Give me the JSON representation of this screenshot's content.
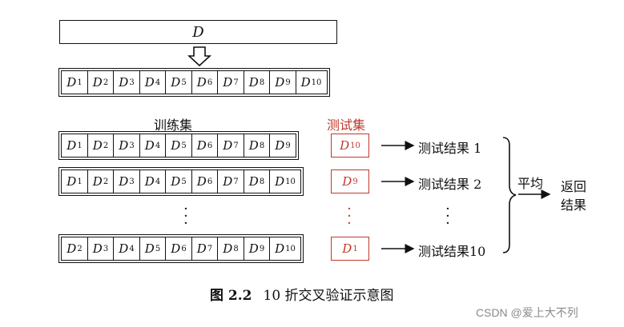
{
  "dataset_label": "D",
  "fold_row": {
    "cells": [
      {
        "base": "D",
        "sub": "1"
      },
      {
        "base": "D",
        "sub": "2"
      },
      {
        "base": "D",
        "sub": "3"
      },
      {
        "base": "D",
        "sub": "4"
      },
      {
        "base": "D",
        "sub": "5"
      },
      {
        "base": "D",
        "sub": "6"
      },
      {
        "base": "D",
        "sub": "7"
      },
      {
        "base": "D",
        "sub": "8"
      },
      {
        "base": "D",
        "sub": "9"
      },
      {
        "base": "D",
        "sub": "10"
      }
    ]
  },
  "train_label": "训练集",
  "test_label": "测试集",
  "iterations": [
    {
      "train": [
        {
          "base": "D",
          "sub": "1"
        },
        {
          "base": "D",
          "sub": "2"
        },
        {
          "base": "D",
          "sub": "3"
        },
        {
          "base": "D",
          "sub": "4"
        },
        {
          "base": "D",
          "sub": "5"
        },
        {
          "base": "D",
          "sub": "6"
        },
        {
          "base": "D",
          "sub": "7"
        },
        {
          "base": "D",
          "sub": "8"
        },
        {
          "base": "D",
          "sub": "9"
        }
      ],
      "test": {
        "base": "D",
        "sub": "10"
      },
      "result": "测试结果 1"
    },
    {
      "train": [
        {
          "base": "D",
          "sub": "1"
        },
        {
          "base": "D",
          "sub": "2"
        },
        {
          "base": "D",
          "sub": "3"
        },
        {
          "base": "D",
          "sub": "4"
        },
        {
          "base": "D",
          "sub": "5"
        },
        {
          "base": "D",
          "sub": "6"
        },
        {
          "base": "D",
          "sub": "7"
        },
        {
          "base": "D",
          "sub": "8"
        },
        {
          "base": "D",
          "sub": "10"
        }
      ],
      "test": {
        "base": "D",
        "sub": "9"
      },
      "result": "测试结果 2"
    },
    {
      "train": [
        {
          "base": "D",
          "sub": "2"
        },
        {
          "base": "D",
          "sub": "3"
        },
        {
          "base": "D",
          "sub": "4"
        },
        {
          "base": "D",
          "sub": "5"
        },
        {
          "base": "D",
          "sub": "6"
        },
        {
          "base": "D",
          "sub": "7"
        },
        {
          "base": "D",
          "sub": "8"
        },
        {
          "base": "D",
          "sub": "9"
        },
        {
          "base": "D",
          "sub": "10"
        }
      ],
      "test": {
        "base": "D",
        "sub": "1"
      },
      "result": "测试结果10"
    }
  ],
  "average_label": "平均",
  "output_label_line1": "返回",
  "output_label_line2": "结果",
  "caption_number": "图 2.2",
  "caption_text": "10 折交叉验证示意图",
  "watermark": "CSDN @爱上大不列",
  "colors": {
    "ink": "#111111",
    "test_red": "#c0392b",
    "watermark": "#8a8a8a"
  }
}
